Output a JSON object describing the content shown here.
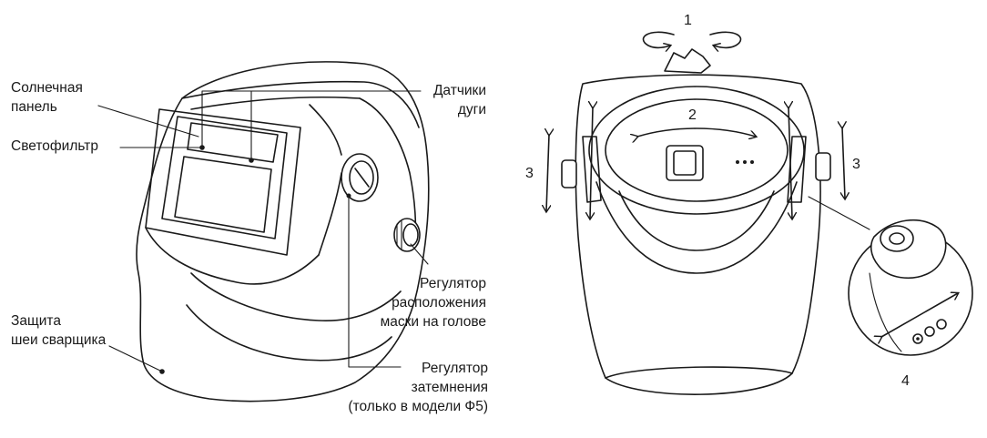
{
  "left_labels": {
    "solar_panel": [
      "Солнечная",
      "панель"
    ],
    "filter": "Светофильтр",
    "neck": [
      "Защита",
      "шеи сварщика"
    ],
    "sensors": [
      "Датчики",
      "дуги"
    ],
    "head_adjust": [
      "Регулятор",
      "расположения",
      "маски на голове"
    ],
    "shade_adjust": [
      "Регулятор",
      "затемнения",
      "(только в модели Ф5)"
    ]
  },
  "right_labels": {
    "n1": "1",
    "n2": "2",
    "n3_left": "3",
    "n3_right": "3",
    "n4": "4"
  }
}
